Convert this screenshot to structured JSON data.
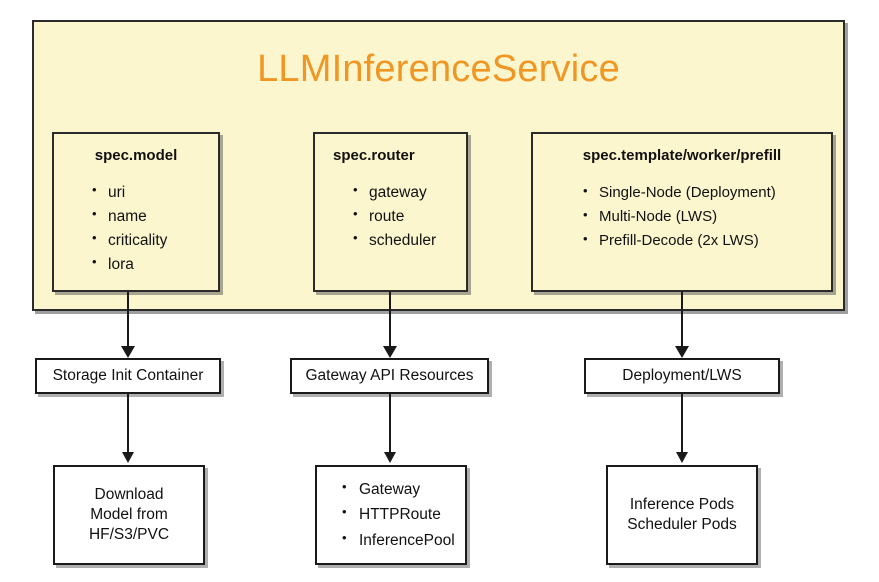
{
  "diagram": {
    "title": "LLMInferenceService",
    "title_color": "#ef9623",
    "container_fill": "#fcf6cf",
    "spec_boxes": [
      {
        "name": "spec-model",
        "title": "spec.model",
        "items": [
          "uri",
          "name",
          "criticality",
          "lora"
        ]
      },
      {
        "name": "spec-router",
        "title": "spec.router",
        "items": [
          "gateway",
          "route",
          "scheduler"
        ]
      },
      {
        "name": "spec-template",
        "title": "spec.template/worker/prefill",
        "items": [
          "Single-Node (Deployment)",
          "Multi-Node (LWS)",
          "Prefill-Decode (2x LWS)"
        ]
      }
    ],
    "mid_boxes": [
      {
        "name": "storage-init-container",
        "label": "Storage Init Container"
      },
      {
        "name": "gateway-api-resources",
        "label": "Gateway API Resources"
      },
      {
        "name": "deployment-lws",
        "label": "Deployment/LWS"
      }
    ],
    "bottom_boxes": [
      {
        "name": "download-model",
        "lines": [
          "Download",
          "Model from",
          "HF/S3/PVC"
        ]
      },
      {
        "name": "gateway-resources-list",
        "items": [
          "Gateway",
          "HTTPRoute",
          "InferencePool"
        ]
      },
      {
        "name": "inference-pods",
        "lines": [
          "Inference Pods",
          "Scheduler Pods"
        ]
      }
    ]
  }
}
